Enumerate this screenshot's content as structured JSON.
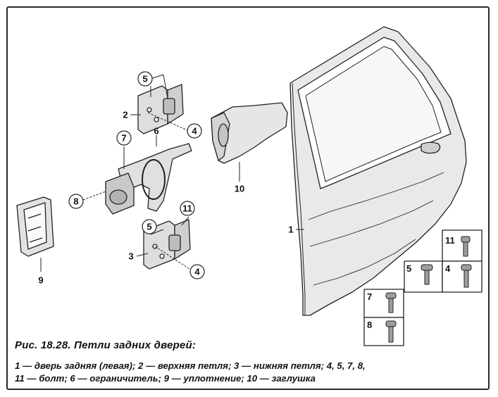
{
  "caption": {
    "title": "Рис. 18.28. Петли задних дверей:",
    "line1": "1 — дверь задняя (левая); 2 — верхняя петля; 3 — нижняя петля; 4, 5, 7, 8,",
    "line2": "11 — болт; 6 — ограничитель; 9 — уплотнение; 10 — заглушка"
  },
  "callouts": {
    "c1": "1",
    "c2": "2",
    "c3": "3",
    "c4a": "4",
    "c4b": "4",
    "c5a": "5",
    "c5b": "5",
    "c6": "6",
    "c7": "7",
    "c8": "8",
    "c9": "9",
    "c10": "10",
    "c11": "11"
  },
  "bolt_grid": {
    "g11": "11",
    "g5": "5",
    "g4": "4",
    "g7": "7",
    "g8": "8"
  }
}
